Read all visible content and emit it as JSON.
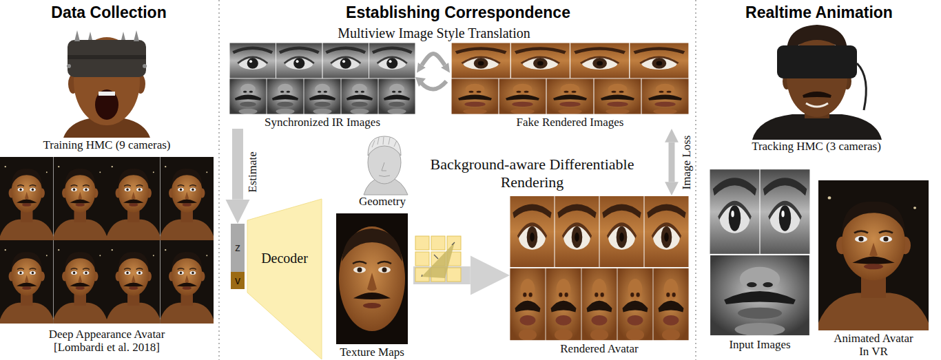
{
  "diagram": {
    "nodes": [
      {
        "text": [
          "Data Collection"
        ]
      },
      {
        "text": [
          "Training HMC (9 cameras)"
        ],
        "in": 0
      },
      {
        "text": [
          "Deep Appearance Avatar [Lombardi et al. 2018]"
        ],
        "in": 0
      },
      {
        "text": [
          "Establishing Correspondence"
        ]
      },
      {
        "text": [
          "Synchronized IR Images"
        ],
        "in": 3
      },
      {
        "text": [
          "Fake Rendered Images"
        ],
        "in": 3
      },
      {
        "text": [
          "z"
        ],
        "in": 3
      },
      {
        "text": [
          "v"
        ],
        "in": 3
      },
      {
        "text": [
          "Decoder"
        ],
        "in": 3
      },
      {
        "text": [
          "Geometry"
        ],
        "in": 3
      },
      {
        "text": [
          "Texture Maps"
        ],
        "in": 3
      },
      {
        "text": [
          "Rendered Avatar"
        ],
        "in": 3
      },
      {
        "text": [
          "Realtime Animation"
        ]
      },
      {
        "text": [
          "Tracking HMC (3 cameras)"
        ],
        "in": 12
      },
      {
        "text": [
          "Input Images"
        ],
        "in": 12
      },
      {
        "text": [
          "Animated Avatar In VR"
        ],
        "in": 12
      }
    ],
    "edges": [
      {
        "from": 4,
        "to": 5,
        "arrow": "both"
      },
      {
        "from": 4,
        "to": 6,
        "label": "Estimate",
        "arrow": "to"
      },
      {
        "from": 5,
        "to": 11,
        "label": "Image Loss",
        "arrow": "both"
      },
      {
        "from": 10,
        "to": 11,
        "arrow": "to"
      }
    ],
    "labels": [
      "Multiview Image Style Translation",
      "Background-aware Differentiable Rendering"
    ]
  }
}
